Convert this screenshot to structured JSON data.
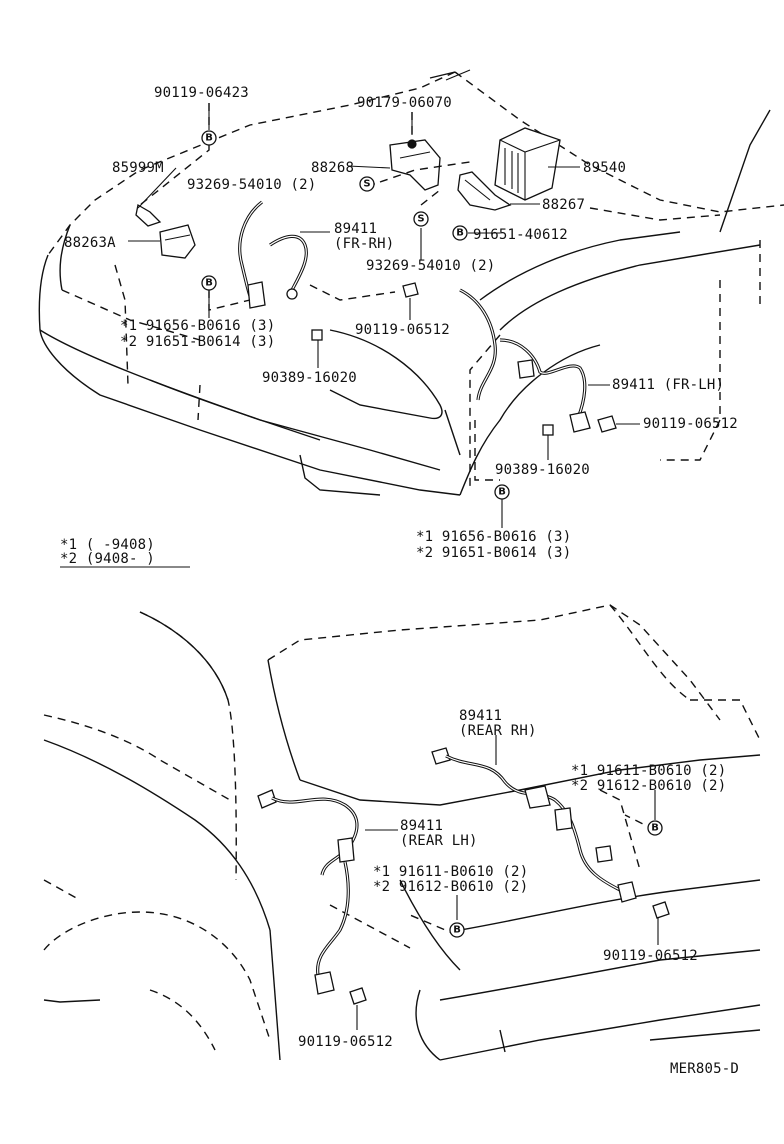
{
  "parts": {
    "p_90119_06423": "90119-06423",
    "p_90179_06070": "90179-06070",
    "p_85999m": "85999M",
    "p_88268": "88268",
    "p_89540": "89540",
    "p_93269_54010_a": "93269-54010 (2)",
    "p_88267": "88267",
    "p_89411_frrh": "89411",
    "p_89411_frrh_sub": "(FR-RH)",
    "p_88263a": "88263A",
    "p_91651_40612": "91651-40612",
    "p_93269_54010_b": "93269-54010 (2)",
    "p_front_rh_1": "*1  91656-B0616 (3)",
    "p_front_rh_2": "*2  91651-B0614 (3)",
    "p_90119_06512_a": "90119-06512",
    "p_90389_16020_a": "90389-16020",
    "p_89411_frlh": "89411 (FR-LH)",
    "p_90119_06512_b": "90119-06512",
    "p_90389_16020_b": "90389-16020",
    "p_front_lh_1": "*1  91656-B0616 (3)",
    "p_front_lh_2": "*2  91651-B0614 (3)",
    "p_89411_rearrh": "89411",
    "p_89411_rearrh_sub": "(REAR RH)",
    "p_rear_rh_1": "*1  91611-B0610 (2)",
    "p_rear_rh_2": "*2  91612-B0610 (2)",
    "p_89411_rearlh": "89411",
    "p_89411_rearlh_sub": "(REAR LH)",
    "p_rear_lh_1": "*1  91611-B0610 (2)",
    "p_rear_lh_2": "*2  91612-B0610 (2)",
    "p_90119_06512_c": "90119-06512",
    "p_90119_06512_d": "90119-06512"
  },
  "legend": {
    "row1": "*1 (        -9408)",
    "row2": "*2 (9408-        )"
  },
  "marks": {
    "b": "B",
    "s": "S"
  },
  "footer": {
    "code": "MER805-D"
  }
}
